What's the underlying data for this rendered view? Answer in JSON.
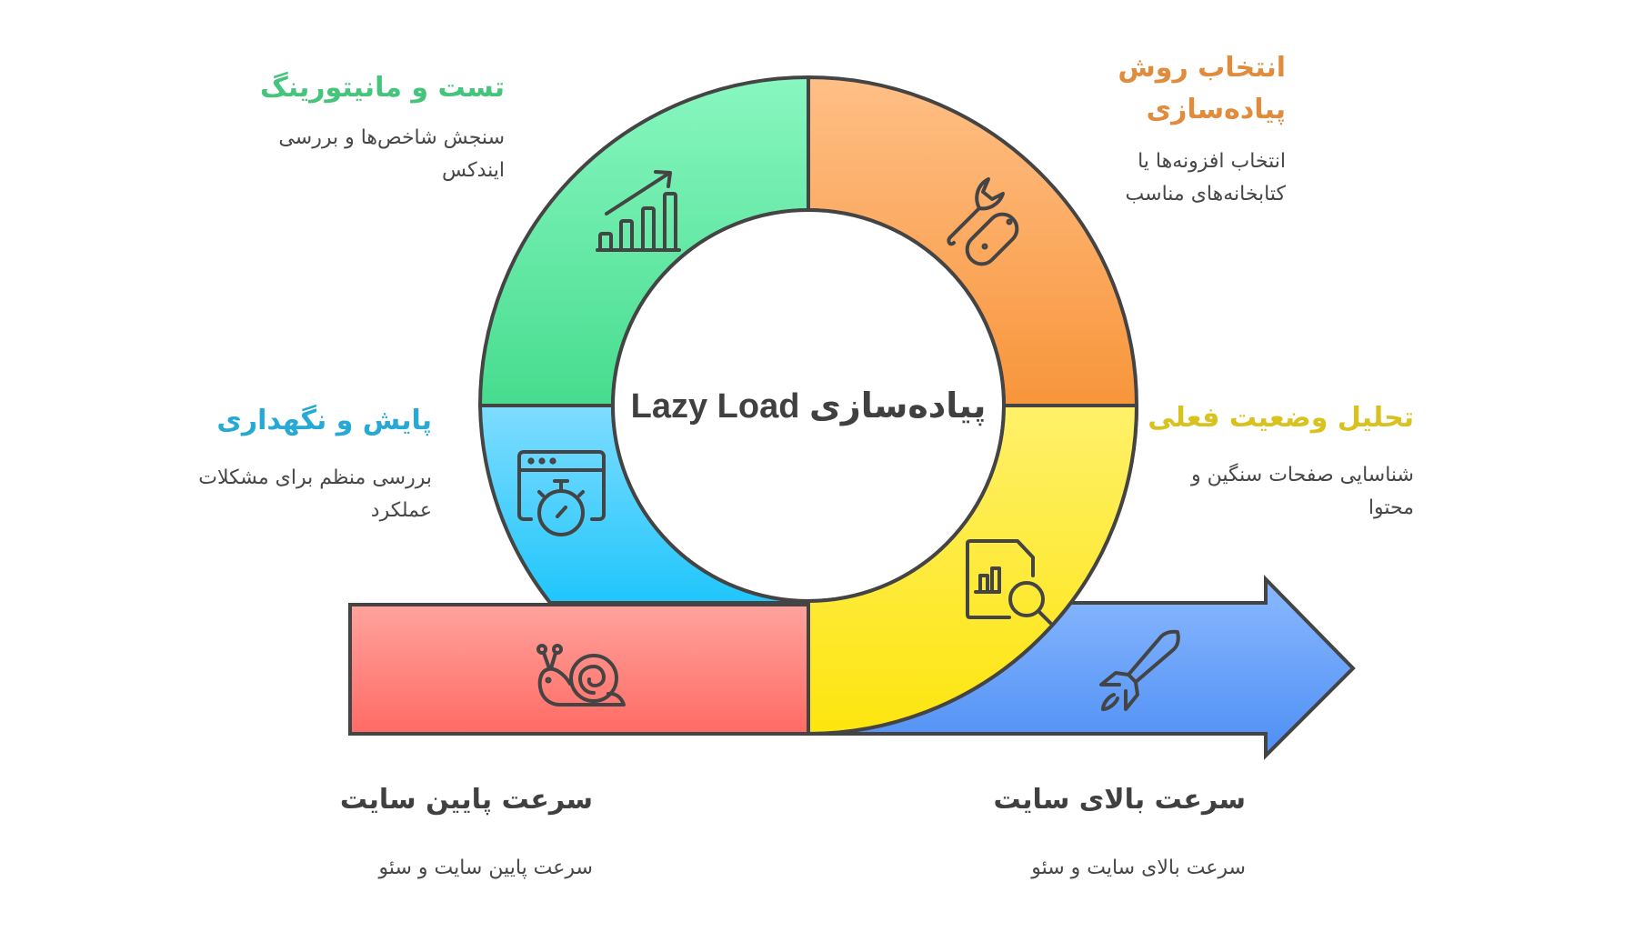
{
  "center": {
    "title": "Lazy Load پیاده‌سازی"
  },
  "colors": {
    "green_title": "#45c47c",
    "orange_title": "#e08c3c",
    "yellow_title": "#d9c21e",
    "blue_title": "#27a9d6",
    "dark_text": "#404040",
    "outline": "#444444"
  },
  "steps": [
    {
      "id": "analyze",
      "title": "تحلیل وضعیت فعلی",
      "description": "شناسایی صفحات سنگین و محتوا",
      "color": "#fde73a",
      "icon": "document-search-icon"
    },
    {
      "id": "choose",
      "title": "انتخاب روش پیاده‌سازی",
      "description": "انتخاب افزونه‌ها یا کتابخانه‌های مناسب",
      "color": "#fba45c",
      "icon": "tools-icon"
    },
    {
      "id": "test",
      "title": "تست و مانیتورینگ",
      "description": "سنجش شاخص‌ها و بررسی ایندکس",
      "color": "#5ee39e",
      "icon": "growth-chart-icon"
    },
    {
      "id": "maintain",
      "title": "پایش و نگهداری",
      "description": "بررسی منظم برای مشکلات عملکرد",
      "color": "#3ccdfb",
      "icon": "browser-stopwatch-icon"
    }
  ],
  "outcomes": [
    {
      "id": "low",
      "title": "سرعت پایین سایت",
      "description": "سرعت پایین سایت و سئو",
      "color": "#ff7a74",
      "icon": "snail-icon"
    },
    {
      "id": "high",
      "title": "سرعت بالای سایت",
      "description": "سرعت بالای سایت و سئو",
      "color": "#5f9cf7",
      "icon": "rocket-icon"
    }
  ]
}
